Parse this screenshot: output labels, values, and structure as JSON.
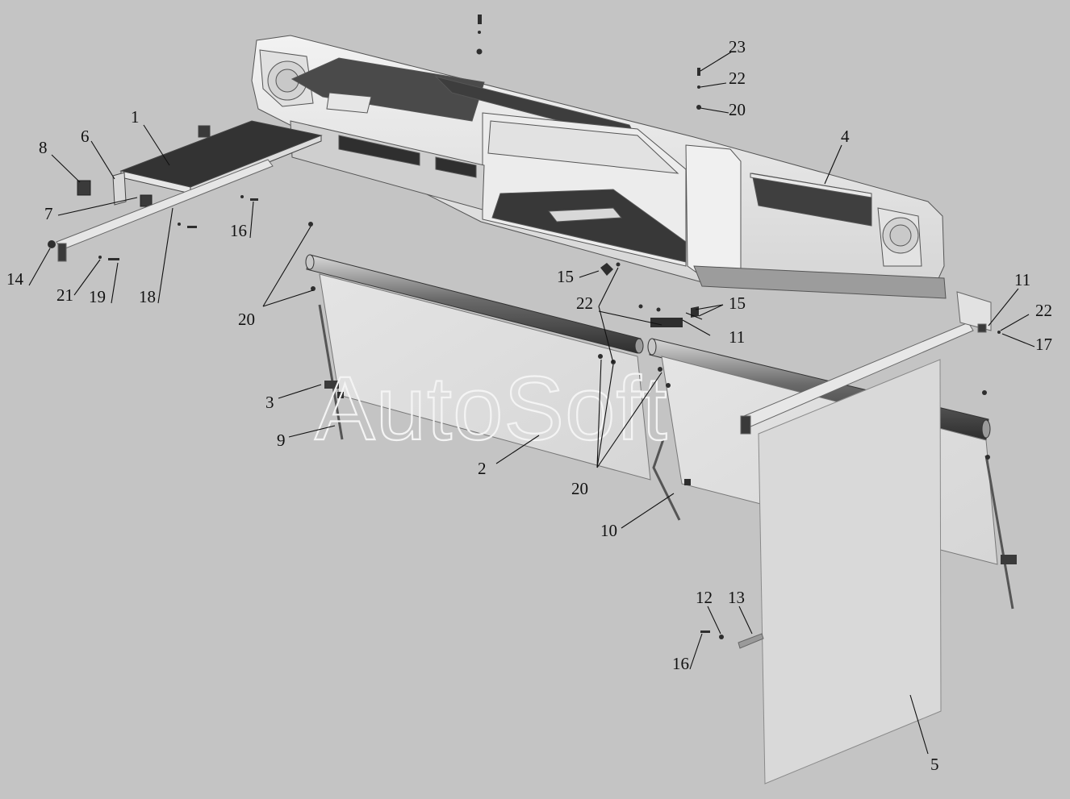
{
  "watermark": "AutoSoft",
  "colors": {
    "background": "#c4c4c4",
    "part_light": "#e9e9e9",
    "part_mid": "#b5b5b5",
    "part_dark": "#3a3a3a",
    "outline": "#555555",
    "label": "#111111"
  },
  "callouts": [
    {
      "id": "c1",
      "text": "1"
    },
    {
      "id": "c2",
      "text": "2"
    },
    {
      "id": "c3",
      "text": "3"
    },
    {
      "id": "c4",
      "text": "4"
    },
    {
      "id": "c5",
      "text": "5"
    },
    {
      "id": "c6",
      "text": "6"
    },
    {
      "id": "c7",
      "text": "7"
    },
    {
      "id": "c8",
      "text": "8"
    },
    {
      "id": "c9",
      "text": "9"
    },
    {
      "id": "c10",
      "text": "10"
    },
    {
      "id": "c11a",
      "text": "11"
    },
    {
      "id": "c11b",
      "text": "11"
    },
    {
      "id": "c12",
      "text": "12"
    },
    {
      "id": "c13",
      "text": "13"
    },
    {
      "id": "c14",
      "text": "14"
    },
    {
      "id": "c15a",
      "text": "15"
    },
    {
      "id": "c15b",
      "text": "15"
    },
    {
      "id": "c16a",
      "text": "16"
    },
    {
      "id": "c16b",
      "text": "16"
    },
    {
      "id": "c17",
      "text": "17"
    },
    {
      "id": "c18",
      "text": "18"
    },
    {
      "id": "c19",
      "text": "19"
    },
    {
      "id": "c20a",
      "text": "20"
    },
    {
      "id": "c20b",
      "text": "20"
    },
    {
      "id": "c20c",
      "text": "20"
    },
    {
      "id": "c21",
      "text": "21"
    },
    {
      "id": "c22a",
      "text": "22"
    },
    {
      "id": "c22b",
      "text": "22"
    },
    {
      "id": "c22c",
      "text": "22"
    },
    {
      "id": "c23",
      "text": "23"
    }
  ]
}
